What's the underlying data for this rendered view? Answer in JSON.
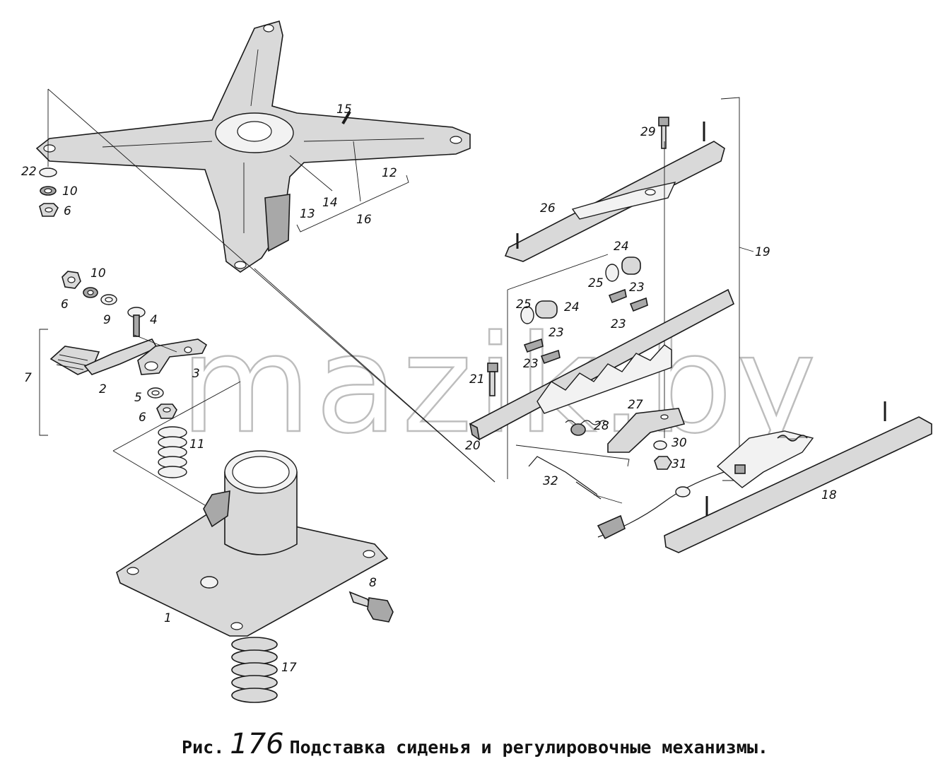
{
  "watermark": "mazik.by",
  "caption": {
    "prefix": "Рис.",
    "number": "176",
    "title": "Подставка сиденья и регулировочные механизмы."
  },
  "labels": {
    "1": "1",
    "2": "2",
    "3": "3",
    "4": "4",
    "5": "5",
    "6": "6",
    "7": "7",
    "8": "8",
    "9": "9",
    "10": "10",
    "11": "11",
    "12": "12",
    "13": "13",
    "14": "14",
    "15": "15",
    "16": "16",
    "17": "17",
    "18": "18",
    "19": "19",
    "20": "20",
    "21": "21",
    "22": "22",
    "23": "23",
    "24": "24",
    "25": "25",
    "26": "26",
    "27": "27",
    "28": "28",
    "29": "29",
    "30": "30",
    "31": "31",
    "32": "32"
  }
}
